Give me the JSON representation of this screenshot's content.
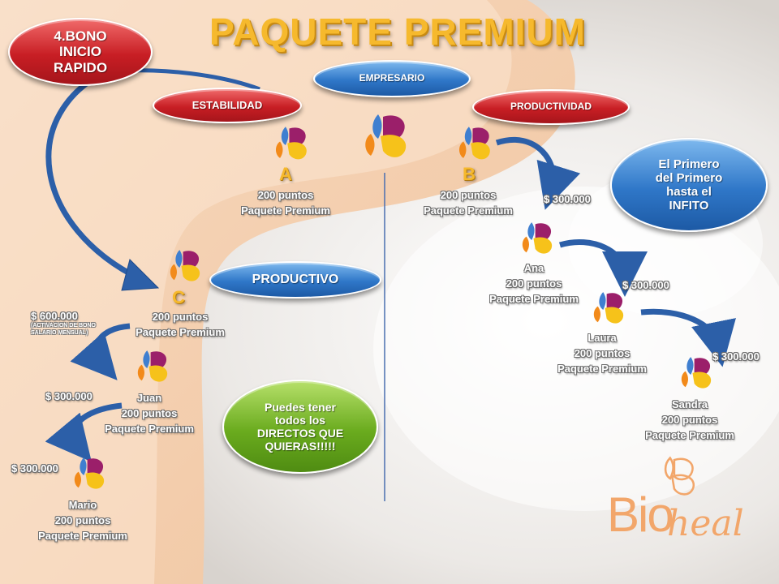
{
  "title": "PAQUETE PREMIUM",
  "pills": {
    "bono": [
      "4.BONO",
      "INICIO",
      "RAPIDO"
    ],
    "empresario": "EMPRESARIO",
    "estabilidad": "ESTABILIDAD",
    "productividad": "PRODUCTIVIDAD",
    "productivo": "PRODUCTIVO",
    "primero": [
      "El Primero",
      "del Primero",
      "hasta el",
      "INFITO"
    ],
    "directos": [
      "Puedes tener",
      "todos los",
      "DIRECTOS QUE",
      "QUIERAS!!!!!"
    ]
  },
  "nodes": {
    "a": {
      "letter": "A",
      "line1": "200 puntos",
      "line2": "Paquete Premium"
    },
    "b": {
      "letter": "B",
      "line1": "200 puntos",
      "line2": "Paquete Premium"
    },
    "c": {
      "letter": "C",
      "line1": "200 puntos",
      "line2": "Paquete Premium"
    },
    "ana": {
      "name": "Ana",
      "line1": "200 puntos",
      "line2": "Paquete Premium"
    },
    "laura": {
      "name": "Laura",
      "line1": "200 puntos",
      "line2": "Paquete Premium"
    },
    "sandra": {
      "name": "Sandra",
      "line1": "200 puntos",
      "line2": "Paquete Premium"
    },
    "juan": {
      "name": "Juan",
      "line1": "200 puntos",
      "line2": "Paquete Premium"
    },
    "mario": {
      "name": "Mario",
      "line1": "200 puntos",
      "line2": "Paquete Premium"
    }
  },
  "amounts": {
    "b_to_ana": "$ 300.000",
    "ana_to_laura": "$ 300.000",
    "laura_to_sandra": "$ 300.000",
    "c_to_juan": "$ 600.000",
    "c_note": [
      "(ACTIVACION   DE BONO",
      "SALARIO  MENSUAL)"
    ],
    "juan_to_mario": "$ 300.000",
    "mario": "$ 300.000"
  },
  "logo": {
    "bio": "Bio",
    "heal": "heal"
  },
  "colors": {
    "title": "#f6b92d",
    "red_pill": "#c81e24",
    "blue_pill": "#2f77c8",
    "green_pill": "#6aab1e",
    "logo": "#f2a66a"
  }
}
